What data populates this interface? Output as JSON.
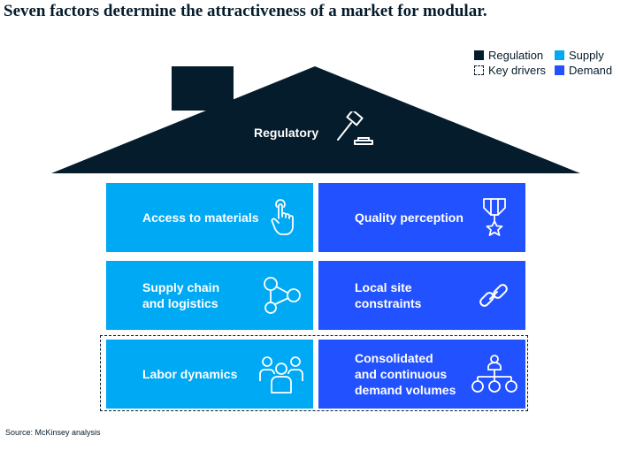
{
  "title": "Seven factors determine the attractiveness of a market for modular.",
  "legend": {
    "regulation": "Regulation",
    "supply": "Supply",
    "key_drivers": "Key drivers",
    "demand": "Demand"
  },
  "roof": {
    "label": "Regulatory",
    "icon": "gavel-icon"
  },
  "factors": {
    "access_to_materials": {
      "label": "Access to materials",
      "category": "Supply",
      "icon": "touch-icon"
    },
    "quality_perception": {
      "label": "Quality perception",
      "category": "Demand",
      "icon": "medal-icon"
    },
    "supply_chain": {
      "label": "Supply chain\nand logistics",
      "category": "Supply",
      "icon": "network-icon"
    },
    "local_site": {
      "label": "Local site\nconstraints",
      "category": "Demand",
      "icon": "chain-link-icon"
    },
    "labor_dynamics": {
      "label": "Labor dynamics",
      "category": "Supply",
      "icon": "people-icon"
    },
    "consolidated_demand": {
      "label": "Consolidated\nand continuous\ndemand volumes",
      "category": "Demand",
      "icon": "hierarchy-icon"
    }
  },
  "colors": {
    "regulation": "#051C2C",
    "supply": "#00A9F4",
    "demand": "#2251FF"
  },
  "source": "Source: McKinsey analysis"
}
